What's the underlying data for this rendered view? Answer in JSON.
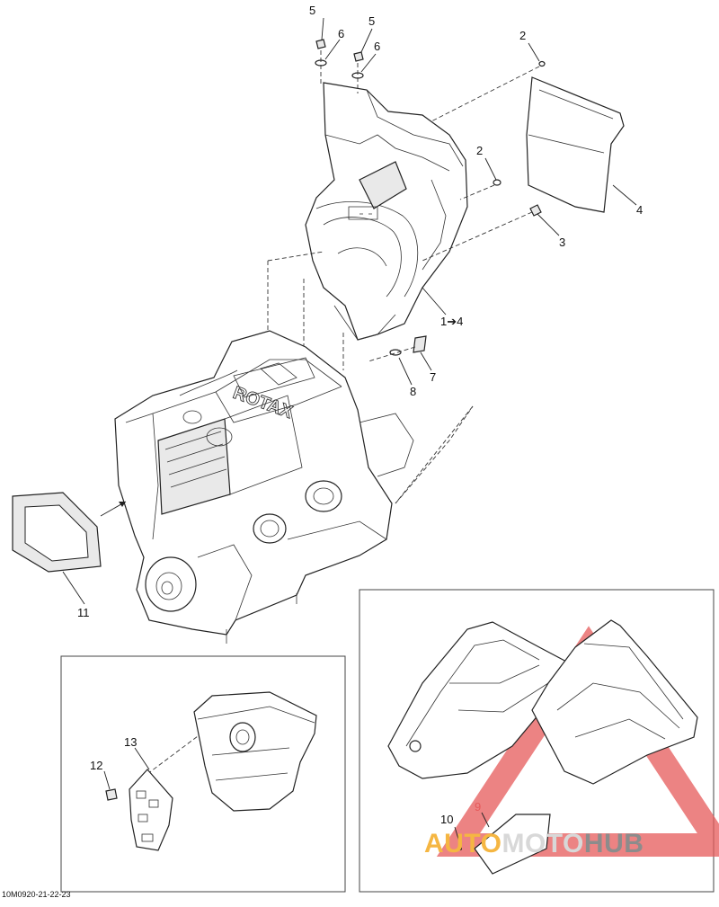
{
  "diagram": {
    "reference_code": "10M0920-21-22-23",
    "watermark": {
      "part1": "AUTO",
      "part2": "MOTO",
      "part3": "HUB",
      "colors": {
        "triangle": "#e65a5a",
        "auto": "#f5b642",
        "moto": "#d8d8d8",
        "hub": "#8c8c8c"
      }
    },
    "callouts": {
      "c2a": "2",
      "c2b": "2",
      "c3": "3",
      "c4": "4",
      "c5a": "5",
      "c5b": "5",
      "c6a": "6",
      "c6b": "6",
      "c7": "7",
      "c8": "8",
      "c9": "9",
      "c10": "10",
      "c11": "11",
      "c12": "12",
      "c13": "13",
      "c14": "1➔4"
    },
    "logo_text": "ROTAX"
  }
}
